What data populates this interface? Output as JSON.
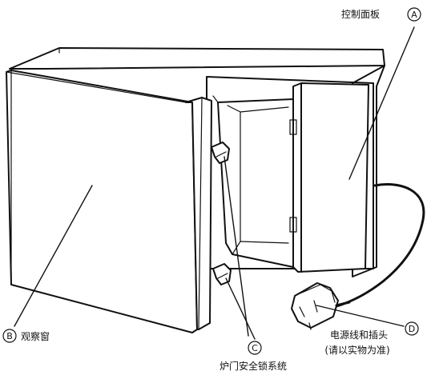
{
  "callouts": {
    "a": {
      "letter": "A",
      "label": "控制面板"
    },
    "b": {
      "letter": "B",
      "label": "观察窗"
    },
    "c": {
      "letter": "C",
      "label": "炉门安全锁系统"
    },
    "d": {
      "letter": "D",
      "label": "电源线和插头",
      "note": "(请以实物为准)"
    }
  }
}
